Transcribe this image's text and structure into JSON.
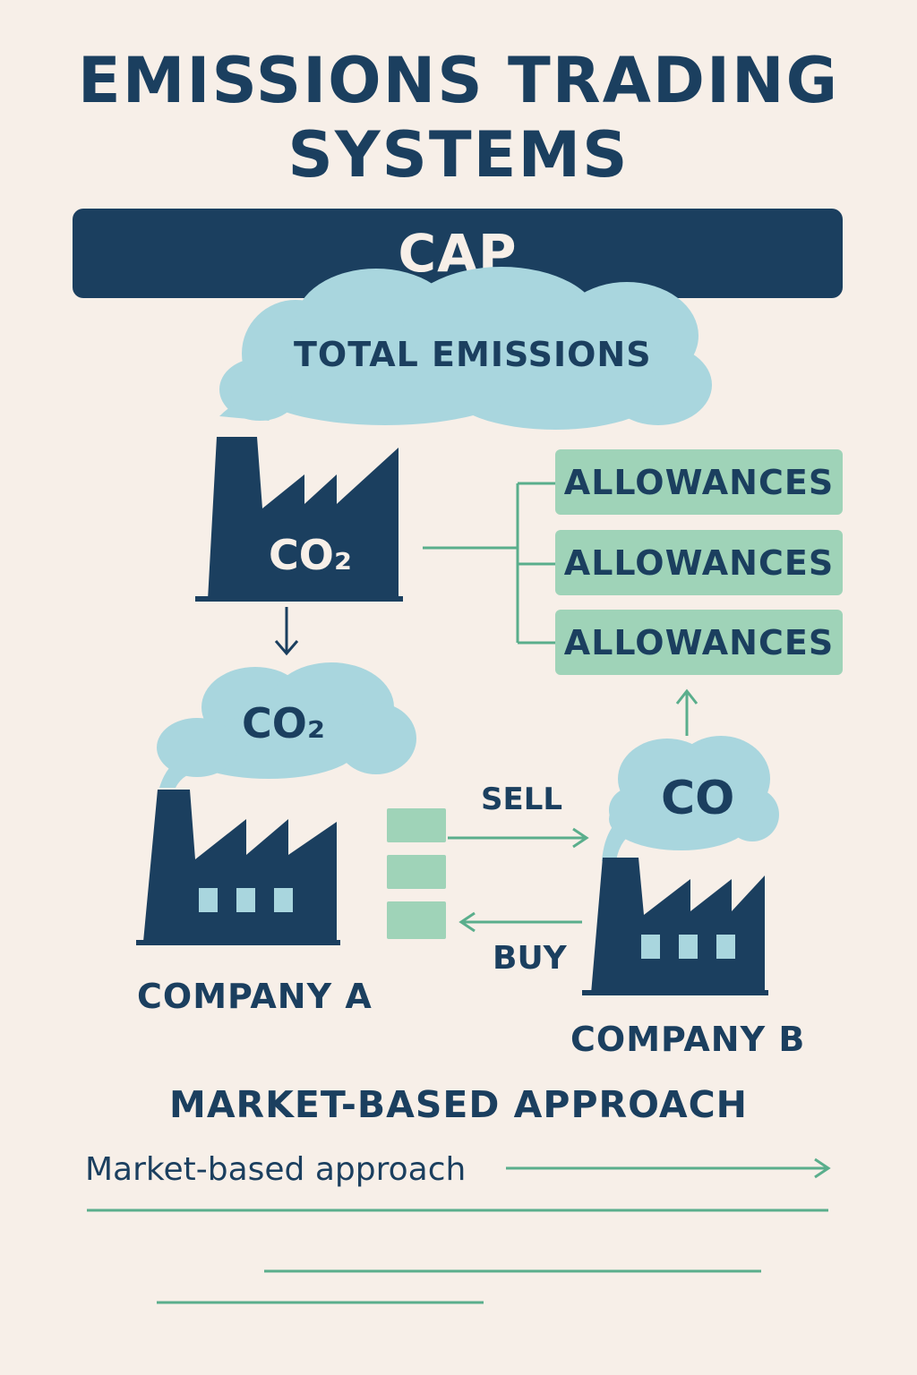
{
  "title": {
    "line1": "EMISSIONS TRADING",
    "line2": "SYSTEMS"
  },
  "cap": {
    "label": "CAP"
  },
  "cloud_total": {
    "label": "TOTAL EMISSIONS"
  },
  "factory_top": {
    "label": "CO₂"
  },
  "cloud_company_a": {
    "label": "CO₂"
  },
  "cloud_company_b": {
    "label": "CO"
  },
  "allowances": [
    {
      "label": "ALLOWANCES"
    },
    {
      "label": "ALLOWANCES"
    },
    {
      "label": "ALLOWANCES"
    }
  ],
  "trade": {
    "sell_label": "SELL",
    "buy_label": "BUY"
  },
  "company_a": {
    "label": "COMPANY A"
  },
  "company_b": {
    "label": "COMPANY B"
  },
  "approach_heading": "MARKET-BASED APPROACH",
  "approach_line": "Market-based approach",
  "colors": {
    "navy": "#1b3f5f",
    "cloud": "#a9d6de",
    "green": "#9fd3b8",
    "line_green": "#5aae8c",
    "background": "#f7efe8"
  }
}
